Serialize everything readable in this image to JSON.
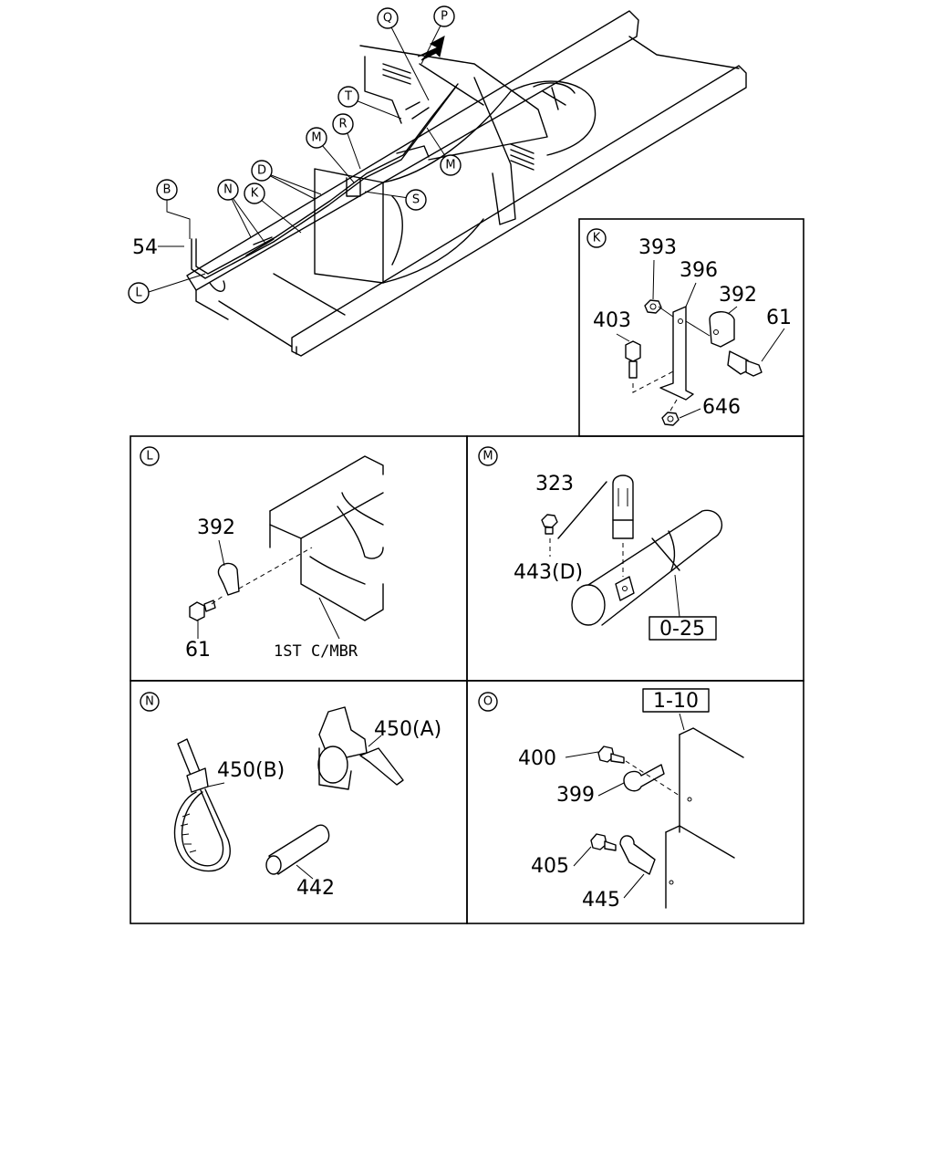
{
  "overview": {
    "callouts": {
      "Q": "Q",
      "P": "P",
      "T": "T",
      "R": "R",
      "M1": "M",
      "M2": "M",
      "D": "D",
      "S": "S",
      "B": "B",
      "N": "N",
      "K": "K",
      "L": "L"
    },
    "part_54": "54"
  },
  "panels": {
    "K": {
      "letter": "K",
      "parts": [
        "393",
        "396",
        "392",
        "403",
        "61",
        "646"
      ]
    },
    "L": {
      "letter": "L",
      "parts": [
        "392",
        "61"
      ],
      "note": "1ST C/MBR"
    },
    "M": {
      "letter": "M",
      "parts": [
        "323",
        "443(D)"
      ],
      "ref_box": "0-25"
    },
    "N": {
      "letter": "N",
      "parts": [
        "450(A)",
        "450(B)",
        "442"
      ]
    },
    "O": {
      "letter": "O",
      "parts": [
        "400",
        "399",
        "405",
        "445"
      ],
      "ref_box": "1-10"
    }
  }
}
